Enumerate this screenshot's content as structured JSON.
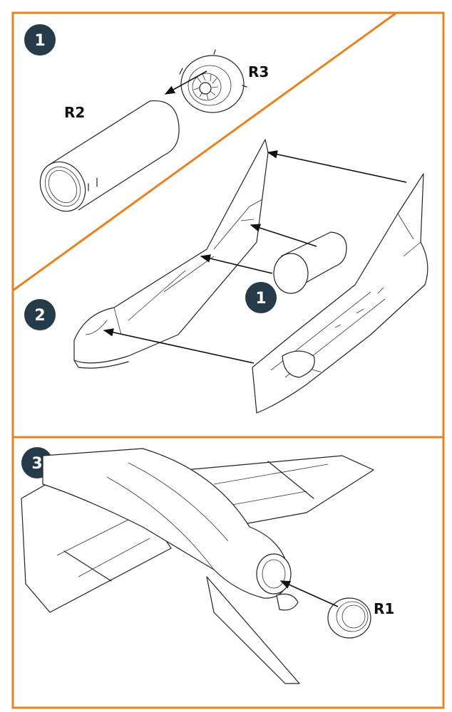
{
  "colors": {
    "frame": "#e8821e",
    "badge": "#263b4a",
    "badge_text": "#ffffff",
    "ink": "#222222"
  },
  "steps": [
    {
      "number": "1"
    },
    {
      "number": "2"
    },
    {
      "number": "3"
    }
  ],
  "sub_reference": {
    "number": "1"
  },
  "parts": {
    "r1": "R1",
    "r2": "R2",
    "r3": "R3"
  }
}
